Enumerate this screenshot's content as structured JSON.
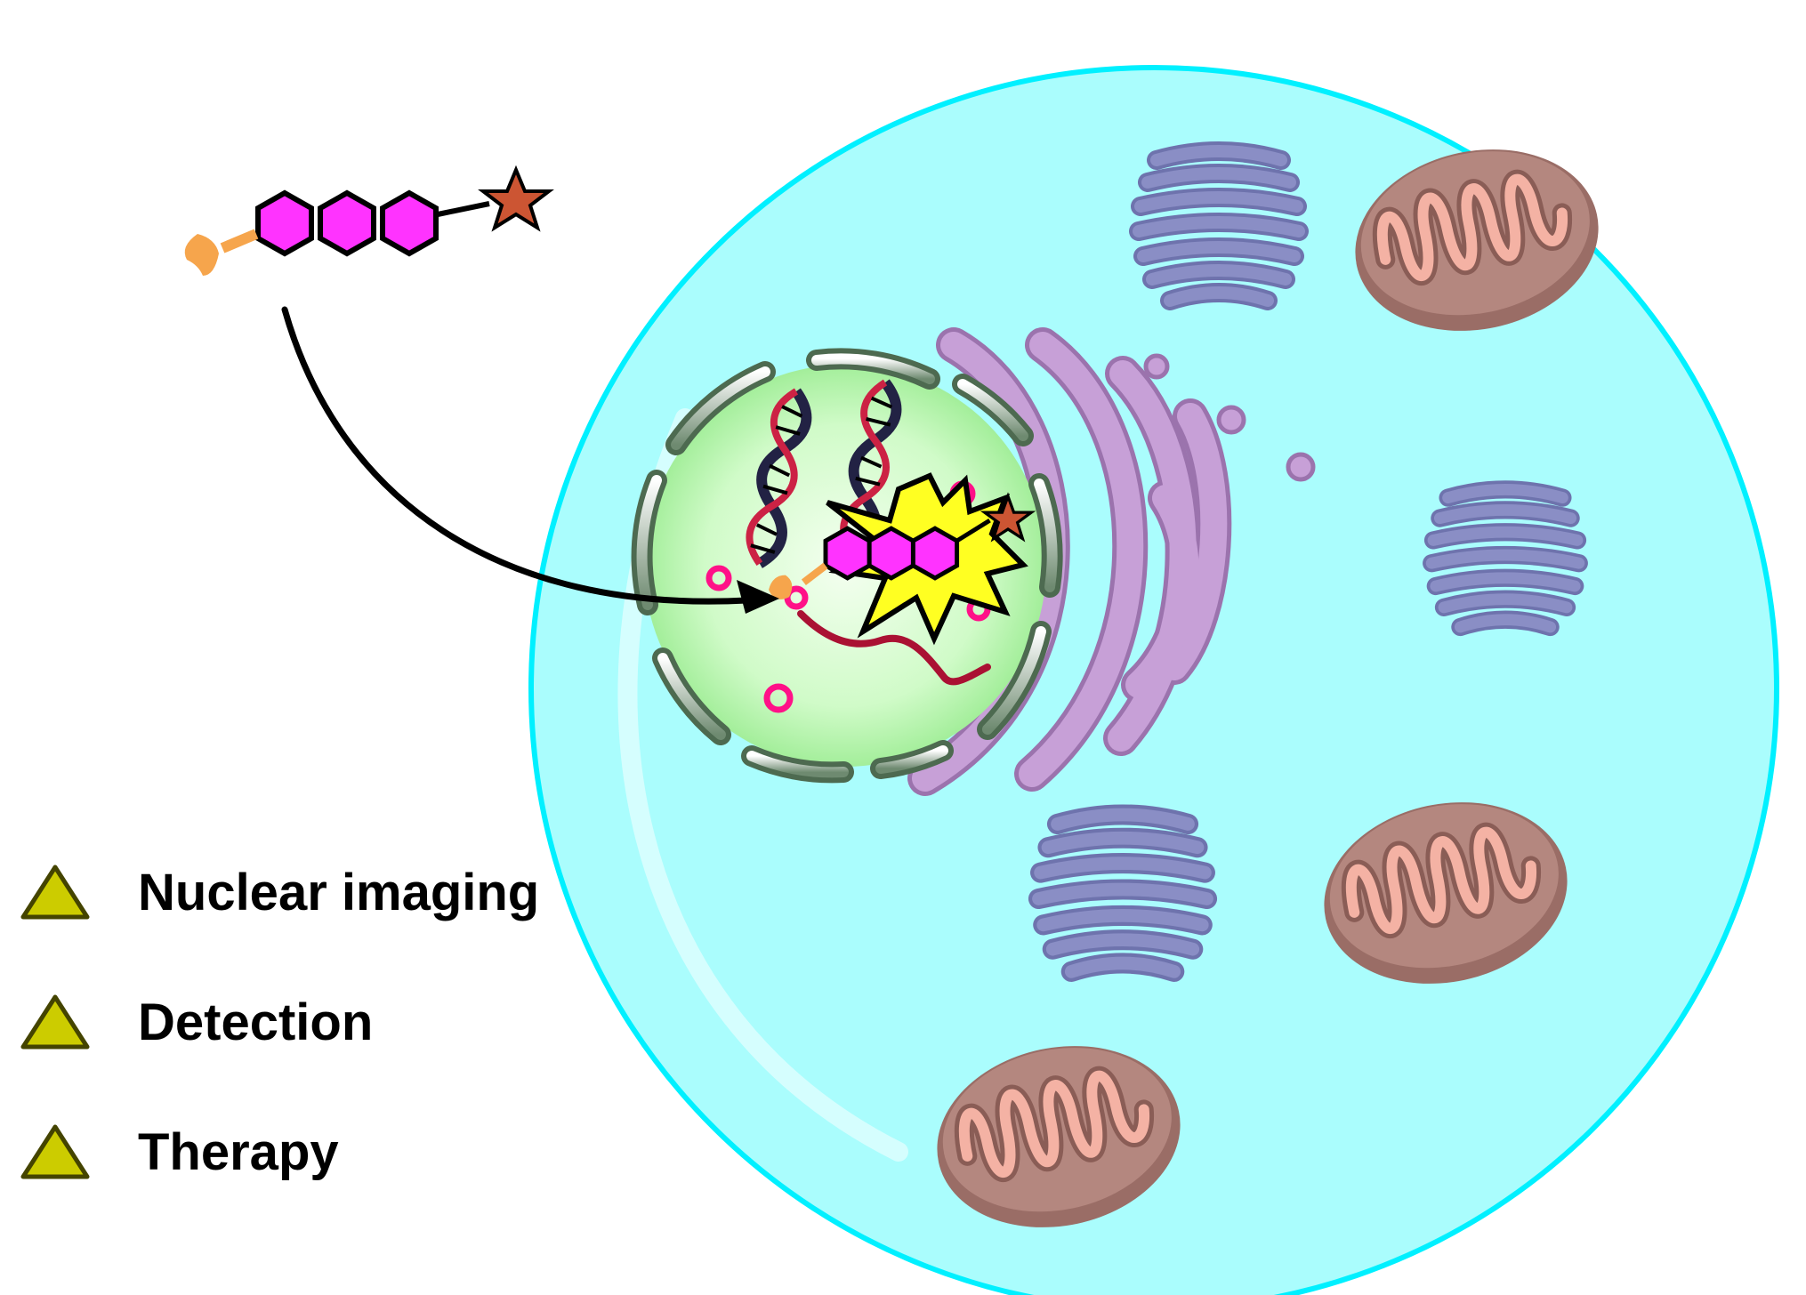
{
  "legend": {
    "items": [
      {
        "label": "Nuclear imaging"
      },
      {
        "label": "Detection"
      },
      {
        "label": "Therapy"
      }
    ]
  },
  "colors": {
    "cell_fill": "#aafdfd",
    "cell_border": "#00f0ff",
    "nucleus_fill": "#d6fcd6",
    "nuclear_envelope": "#5e7b60",
    "golgi": "#c7a0d7",
    "er": "#8a8ec5",
    "mitochondria_outer": "#b48a82",
    "mitochondria_cristae": "#f4b2a4",
    "probe_ring": "#ff33ff",
    "probe_star": "#cc5533",
    "probe_anchor": "#f6a54c",
    "light_burst": "#ffff22",
    "legend_triangle": "#cccc00"
  },
  "icons": [
    "fluorescent-probe-icon",
    "dna-helix-icon",
    "mitochondrion-icon",
    "golgi-apparatus-icon",
    "endoplasmic-reticulum-icon",
    "light-burst-icon",
    "triangle-bullet-icon"
  ]
}
